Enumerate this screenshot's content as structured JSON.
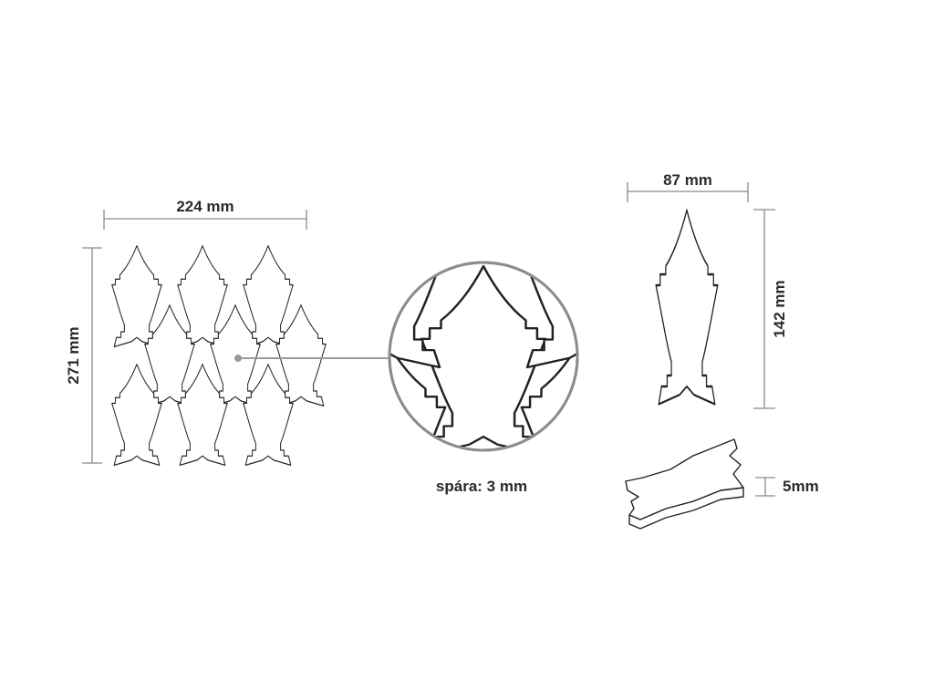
{
  "labels": {
    "sheet_width": "224 mm",
    "sheet_height": "271 mm",
    "grout": "spára: 3 mm",
    "tile_width": "87 mm",
    "tile_height": "142 mm",
    "tile_thickness": "5mm"
  },
  "colors": {
    "outline": "#222222",
    "dimension_line": "#8a8a8a",
    "background": "#ffffff"
  }
}
